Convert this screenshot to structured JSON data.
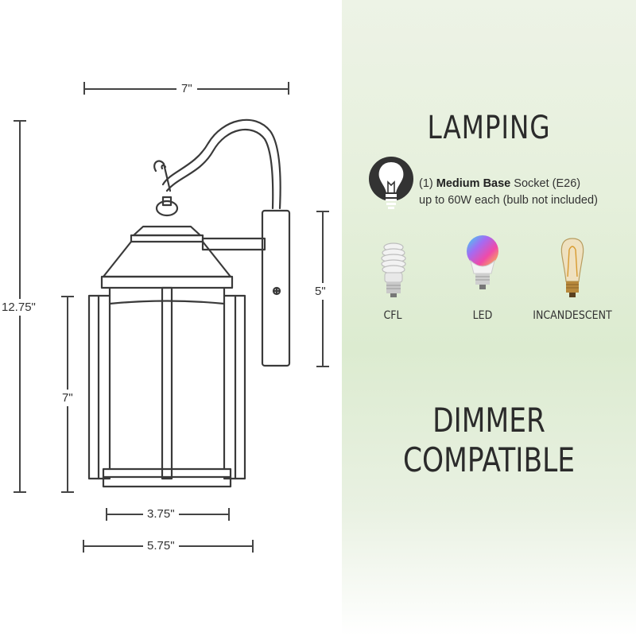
{
  "dimensions": {
    "width_top": "7\"",
    "height_total": "12.75\"",
    "height_shade": "7\"",
    "backplate": "5\"",
    "base_inner": "3.75\"",
    "base_outer": "5.75\""
  },
  "lamping": {
    "title": "LAMPING",
    "socket_count": "(1)",
    "socket_bold": "Medium Base",
    "socket_rest": "Socket (E26)",
    "socket_line2": "up to 60W each (bulb not included)",
    "bulbs": [
      {
        "label": "CFL",
        "icon": "cfl-bulb-icon"
      },
      {
        "label": "LED",
        "icon": "led-bulb-icon"
      },
      {
        "label": "INCANDESCENT",
        "icon": "incandescent-bulb-icon"
      }
    ]
  },
  "dimmer": {
    "line1": "DIMMER",
    "line2": "COMPATIBLE"
  },
  "colors": {
    "panel": "#e4efd9",
    "line": "#444444",
    "icon_dark": "#333333"
  }
}
